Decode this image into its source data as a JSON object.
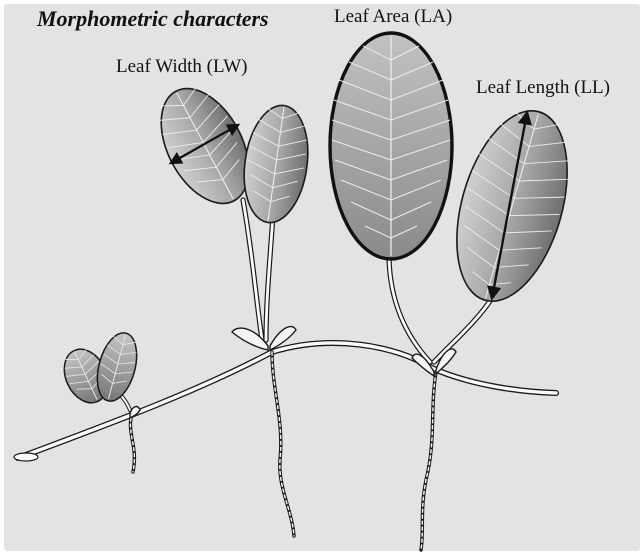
{
  "figure": {
    "title": "Morphometric characters",
    "labels": {
      "leaf_width": "Leaf Width (LW)",
      "leaf_area": "Leaf Area (LA)",
      "leaf_length": "Leaf Length (LL)"
    }
  },
  "colors": {
    "panel_background": "#e3e3e3",
    "leaf_fill_light": "#bdbdbd",
    "leaf_fill_dark": "#6f6f6f",
    "outline": "#1a1a1a",
    "stem": "#fafafa"
  }
}
